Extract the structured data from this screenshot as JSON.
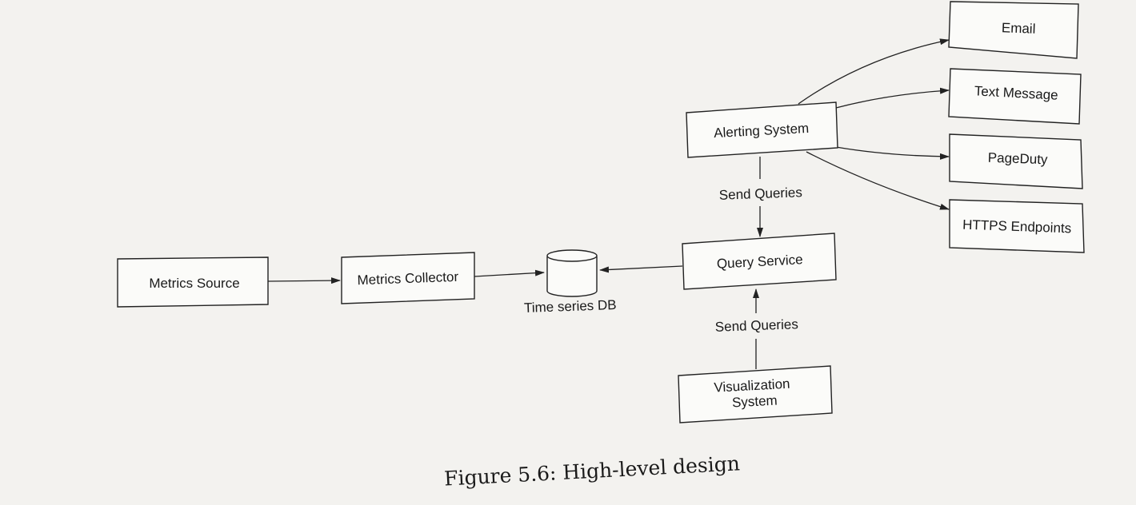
{
  "nodes": {
    "metrics_source": "Metrics Source",
    "metrics_collector": "Metrics Collector",
    "time_series_db": "Time series DB",
    "query_service": "Query Service",
    "alerting_system": "Alerting System",
    "visualization_system": [
      "Visualization",
      "System"
    ],
    "email": "Email",
    "text_message": "Text Message",
    "pageduty": "PageDuty",
    "https_endpoints": "HTTPS Endpoints"
  },
  "edge_labels": {
    "alerting_to_query": "Send Queries",
    "visualization_to_query": "Send Queries"
  },
  "caption": "Figure 5.6: High-level design"
}
